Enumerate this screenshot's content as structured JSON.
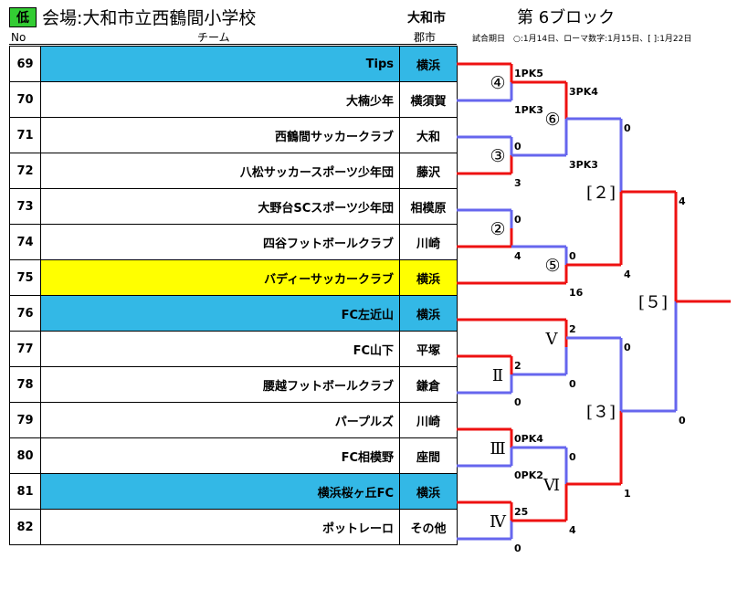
{
  "header": {
    "badge": "低",
    "venue": "会場:大和市立西鶴間小学校",
    "city": "大和市",
    "block": "第 6ブロック",
    "notes": "試合期日　○:1月14日、ローマ数字:1月15日、[ ]:1月22日"
  },
  "columns": {
    "no": "No",
    "team": "チーム",
    "pref": "郡市"
  },
  "teams": [
    {
      "no": "69",
      "name": "Tips",
      "pref": "横浜",
      "hl": "blue"
    },
    {
      "no": "70",
      "name": "大楠少年",
      "pref": "横須賀",
      "hl": ""
    },
    {
      "no": "71",
      "name": "西鶴間サッカークラブ",
      "pref": "大和",
      "hl": ""
    },
    {
      "no": "72",
      "name": "八松サッカースポーツ少年団",
      "pref": "藤沢",
      "hl": ""
    },
    {
      "no": "73",
      "name": "大野台SCスポーツ少年団",
      "pref": "相模原",
      "hl": ""
    },
    {
      "no": "74",
      "name": "四谷フットボールクラブ",
      "pref": "川崎",
      "hl": ""
    },
    {
      "no": "75",
      "name": "バディーサッカークラブ",
      "pref": "横浜",
      "hl": "yellow"
    },
    {
      "no": "76",
      "name": "FC左近山",
      "pref": "横浜",
      "hl": "blue"
    },
    {
      "no": "77",
      "name": "FC山下",
      "pref": "平塚",
      "hl": ""
    },
    {
      "no": "78",
      "name": "腰越フットボールクラブ",
      "pref": "鎌倉",
      "hl": ""
    },
    {
      "no": "79",
      "name": "パープルズ",
      "pref": "川崎",
      "hl": ""
    },
    {
      "no": "80",
      "name": "FC相模野",
      "pref": "座間",
      "hl": ""
    },
    {
      "no": "81",
      "name": "横浜桜ヶ丘FC",
      "pref": "横浜",
      "hl": "blue"
    },
    {
      "no": "82",
      "name": "ポットレーロ",
      "pref": "その他",
      "hl": ""
    }
  ],
  "matches": {
    "m4": {
      "label": "④",
      "top": "1PK5",
      "bottom": "1PK3"
    },
    "m3": {
      "label": "③",
      "top": "0",
      "bottom": "3"
    },
    "m2": {
      "label": "②",
      "top": "0",
      "bottom": "4"
    },
    "m6": {
      "label": "⑥",
      "top": "3PK4",
      "bottom": "3PK3"
    },
    "m5": {
      "label": "⑤",
      "top": "0",
      "bottom": "16"
    },
    "s2": {
      "label": "[２]",
      "top": "0",
      "bottom": "4"
    },
    "r2": {
      "label": "Ⅱ",
      "top": "2",
      "bottom": "0"
    },
    "r5": {
      "label": "Ⅴ",
      "top": "2",
      "bottom": "0"
    },
    "r3": {
      "label": "Ⅲ",
      "top": "0PK4",
      "bottom": "0PK2"
    },
    "r4": {
      "label": "Ⅳ",
      "top": "25",
      "bottom": "0"
    },
    "r6": {
      "label": "Ⅵ",
      "top": "0",
      "bottom": "4"
    },
    "s3": {
      "label": "[３]",
      "top": "0",
      "bottom": "1"
    },
    "s5": {
      "label": "[５]",
      "top": "4",
      "bottom": "0"
    }
  },
  "colors": {
    "winner": "#ee1111",
    "loser": "#6666ee",
    "blue_row": "#33b8e6",
    "yellow_row": "#ffff00",
    "badge": "#33cc33"
  }
}
